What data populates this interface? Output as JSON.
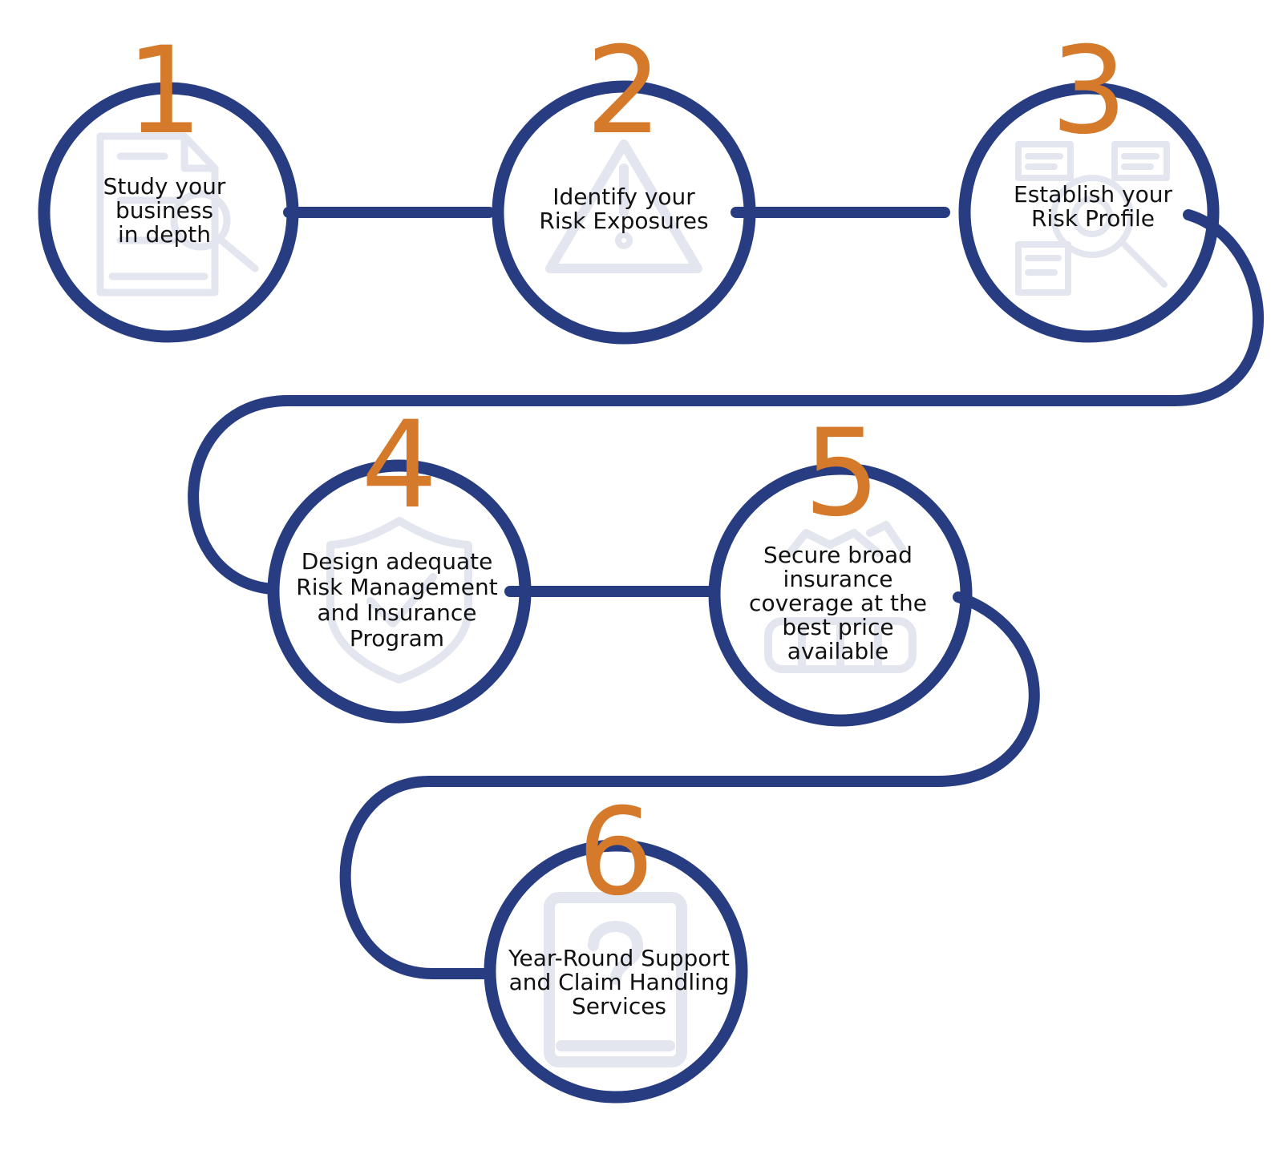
{
  "colors": {
    "path": "#283c82",
    "number": "#d57a2b",
    "text": "#111111",
    "icon": "#e3e6ef",
    "background": "#ffffff"
  },
  "steps": [
    {
      "number": "1",
      "lines": [
        "Study your",
        "business",
        "in depth"
      ],
      "icon": "document-search-icon"
    },
    {
      "number": "2",
      "lines": [
        "Identify your",
        "Risk Exposures"
      ],
      "icon": "warning-triangle-icon"
    },
    {
      "number": "3",
      "lines": [
        "Establish your",
        "Risk Profile"
      ],
      "icon": "gear-documents-icon"
    },
    {
      "number": "4",
      "lines": [
        "Design adequate",
        "Risk Management",
        "and Insurance",
        "Program"
      ],
      "icon": "shield-check-icon"
    },
    {
      "number": "5",
      "lines": [
        "Secure broad",
        "insurance",
        "coverage at the",
        "best price",
        "available"
      ],
      "icon": "handshake-icon"
    },
    {
      "number": "6",
      "lines": [
        "Year-Round Support",
        "and Claim Handling",
        "Services"
      ],
      "icon": "clipboard-question-icon"
    }
  ]
}
